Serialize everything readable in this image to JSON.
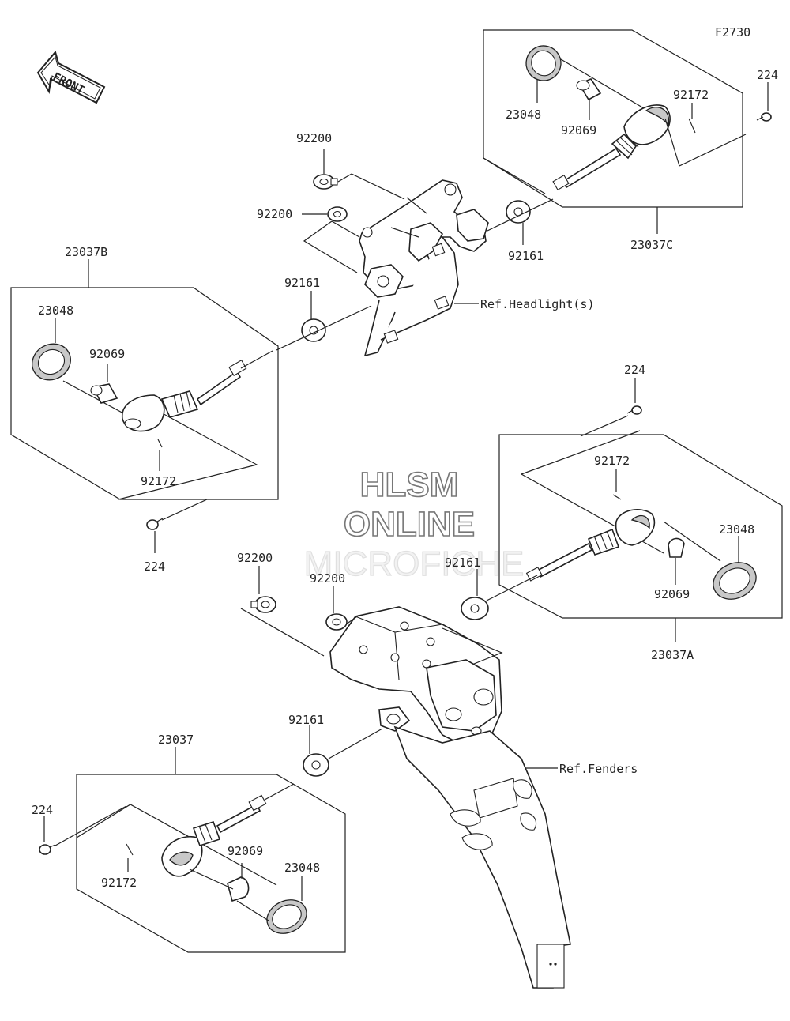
{
  "figure_code": "F2730",
  "front_arrow_label": "FRONT",
  "watermark": [
    "HLSM",
    "ONLINE",
    "MICROFICHE"
  ],
  "references": {
    "headlight": "Ref.Headlight(s)",
    "fenders": "Ref.Fenders"
  },
  "assemblies": {
    "front_right": {
      "assembly": "23037C",
      "lens": "23048",
      "bulb": "92069",
      "screw": "92172",
      "bolt": "224",
      "grommet": "92161"
    },
    "front_left": {
      "assembly": "23037B",
      "lens": "23048",
      "bulb": "92069",
      "screw": "92172",
      "bolt": "224",
      "grommet": "92161"
    },
    "rear_right": {
      "assembly": "23037A",
      "lens": "23048",
      "bulb": "92069",
      "screw": "92172",
      "bolt": "224",
      "grommet": "92161"
    },
    "rear_left": {
      "assembly": "23037",
      "lens": "23048",
      "bulb": "92069",
      "screw": "92172",
      "bolt": "224",
      "grommet": "92161"
    }
  },
  "bracket_parts": {
    "front_upper_collar": "92200",
    "front_lower_collar": "92200",
    "rear_left_collar": "92200",
    "rear_right_collar": "92200"
  }
}
